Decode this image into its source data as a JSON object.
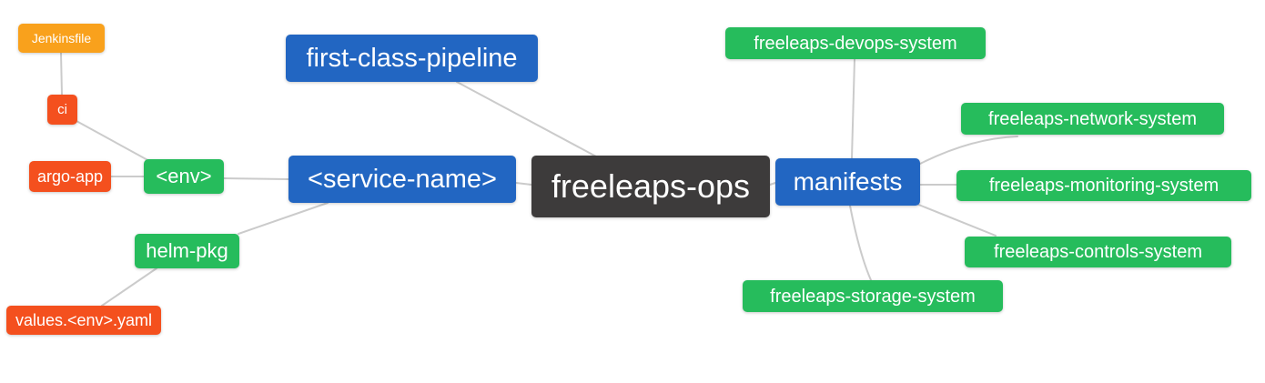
{
  "diagram_type": "mind-map",
  "palette": {
    "blue": "#2266c2",
    "green": "#26bc5c",
    "red_orange": "#f4501e",
    "orange": "#f9a11c",
    "dark": "#3d3b3b",
    "edge_line": "#cbcbcb",
    "background": "#ffffff",
    "node_text": "#ffffff"
  },
  "nodes": [
    {
      "id": "freeleaps-ops",
      "label": "freeleaps-ops",
      "color": "dark"
    },
    {
      "id": "first-class-pipeline",
      "label": "first-class-pipeline",
      "color": "blue"
    },
    {
      "id": "service-name",
      "label": "<service-name>",
      "color": "blue"
    },
    {
      "id": "manifests",
      "label": "manifests",
      "color": "blue"
    },
    {
      "id": "env",
      "label": "<env>",
      "color": "green"
    },
    {
      "id": "helm-pkg",
      "label": "helm-pkg",
      "color": "green"
    },
    {
      "id": "ci",
      "label": "ci",
      "color": "red_orange"
    },
    {
      "id": "argo-app",
      "label": "argo-app",
      "color": "red_orange"
    },
    {
      "id": "jenkinsfile",
      "label": "Jenkinsfile",
      "color": "orange"
    },
    {
      "id": "values-env-yaml",
      "label": "values.<env>.yaml",
      "color": "red_orange"
    },
    {
      "id": "freeleaps-devops-system",
      "label": "freeleaps-devops-system",
      "color": "green"
    },
    {
      "id": "freeleaps-network-system",
      "label": "freeleaps-network-system",
      "color": "green"
    },
    {
      "id": "freeleaps-monitoring-system",
      "label": "freeleaps-monitoring-system",
      "color": "green"
    },
    {
      "id": "freeleaps-controls-system",
      "label": "freeleaps-controls-system",
      "color": "green"
    },
    {
      "id": "freeleaps-storage-system",
      "label": "freeleaps-storage-system",
      "color": "green"
    }
  ],
  "edges": [
    {
      "from": "jenkinsfile",
      "to": "ci"
    },
    {
      "from": "ci",
      "to": "env"
    },
    {
      "from": "argo-app",
      "to": "env"
    },
    {
      "from": "env",
      "to": "service-name"
    },
    {
      "from": "helm-pkg",
      "to": "service-name"
    },
    {
      "from": "values-env-yaml",
      "to": "helm-pkg"
    },
    {
      "from": "first-class-pipeline",
      "to": "freeleaps-ops"
    },
    {
      "from": "service-name",
      "to": "freeleaps-ops"
    },
    {
      "from": "freeleaps-ops",
      "to": "manifests"
    },
    {
      "from": "manifests",
      "to": "freeleaps-devops-system"
    },
    {
      "from": "manifests",
      "to": "freeleaps-network-system"
    },
    {
      "from": "manifests",
      "to": "freeleaps-monitoring-system"
    },
    {
      "from": "manifests",
      "to": "freeleaps-controls-system"
    },
    {
      "from": "manifests",
      "to": "freeleaps-storage-system"
    }
  ]
}
